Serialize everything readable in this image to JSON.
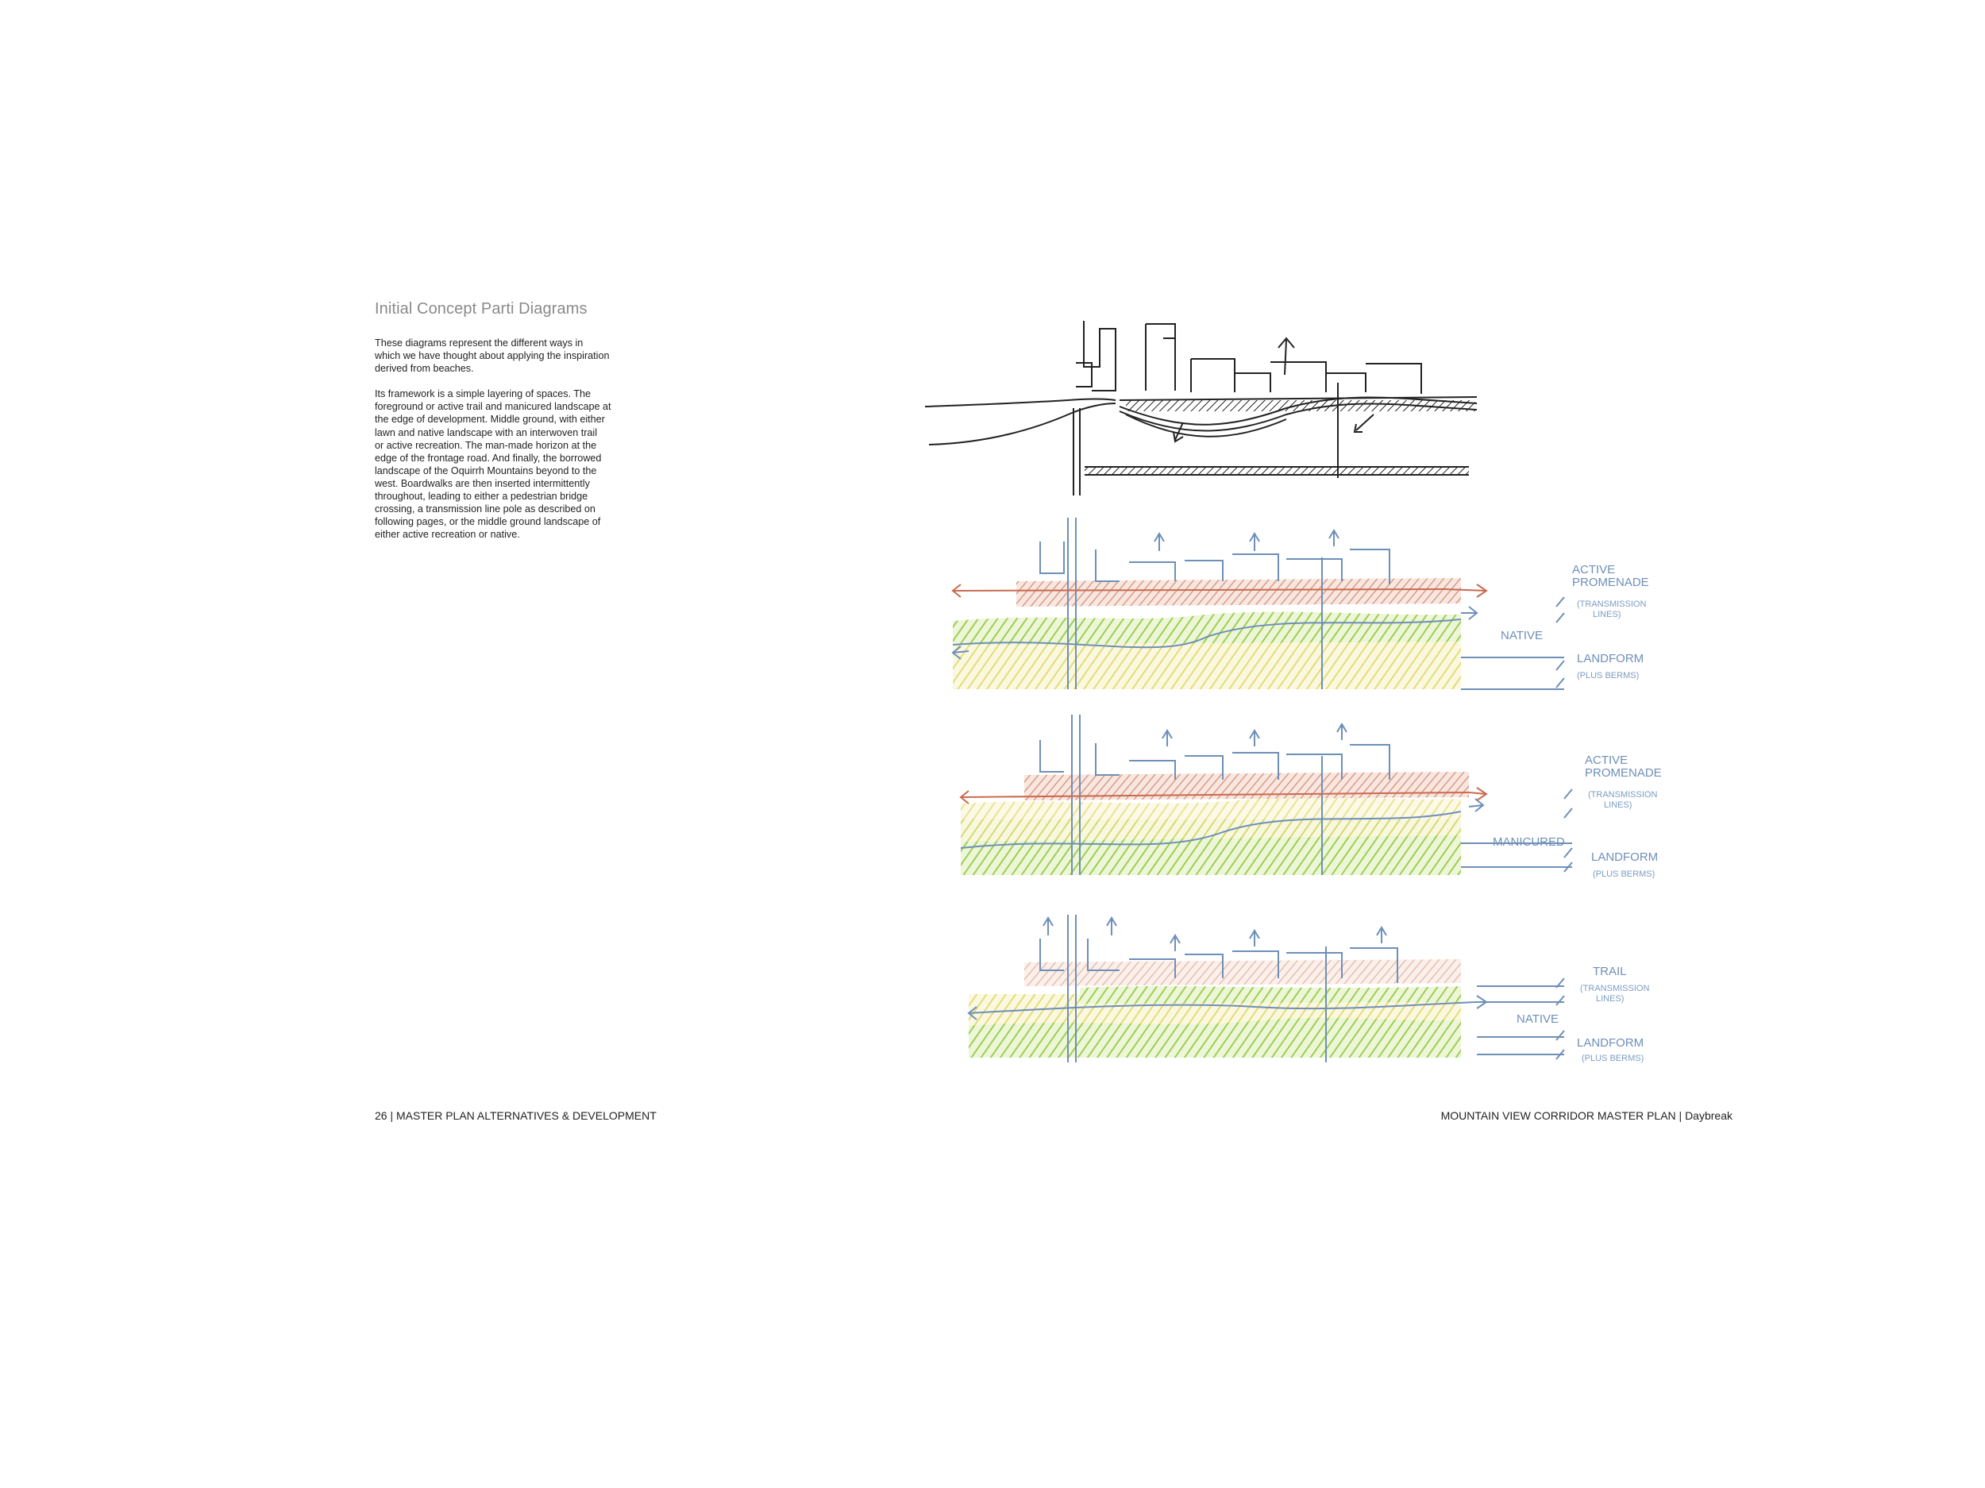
{
  "page": {
    "title": "Initial Concept Parti Diagrams",
    "paragraphs": [
      "These diagrams represent the  different ways in\nwhich we have thought about applying the inspiration\nderived from beaches.",
      "Its framework is a simple layering of spaces. The\nforeground or active trail and manicured landscape at\nthe edge of development. Middle ground, with either\nlawn and native landscape with an interwoven trail\nor active recreation. The man-made horizon at the\nedge of the frontage road. And finally, the borrowed\nlandscape of the Oquirrh Mountains beyond to the\nwest. Boardwalks are then inserted intermittently\nthroughout, leading to either a pedestrian bridge\ncrossing, a transmission line pole as described on\nfollowing pages, or the middle ground landscape of\neither active recreation or native."
    ]
  },
  "footer": {
    "left": "26  |  MASTER PLAN ALTERNATIVES & DEVELOPMENT",
    "right": "MOUNTAIN VIEW CORRIDOR MASTER PLAN  |  Daybreak"
  },
  "sketch_labels": {
    "d1": {
      "top": "ACTIVE\nPROMENADE",
      "top_sub": "(TRANSMISSION\nLINES)",
      "mid": "NATIVE",
      "bottom": "LANDFORM",
      "bottom_sub": "(PLUS BERMS)"
    },
    "d2": {
      "top": "ACTIVE\nPROMENADE",
      "top_sub": "(TRANSMISSION\nLINES)",
      "mid": "MANICURED",
      "bottom": "LANDFORM",
      "bottom_sub": "(PLUS BERMS)"
    },
    "d3": {
      "top": "TRAIL",
      "top_sub": "(TRANSMISSION\nLINES)",
      "mid": "NATIVE",
      "bottom": "LANDFORM",
      "bottom_sub": "(PLUS BERMS)"
    }
  },
  "colors": {
    "sketch_red": "#c96a50",
    "sketch_blue": "#6e8fb8",
    "sketch_green": "#8cc63f",
    "sketch_yellow": "#e8e070"
  }
}
